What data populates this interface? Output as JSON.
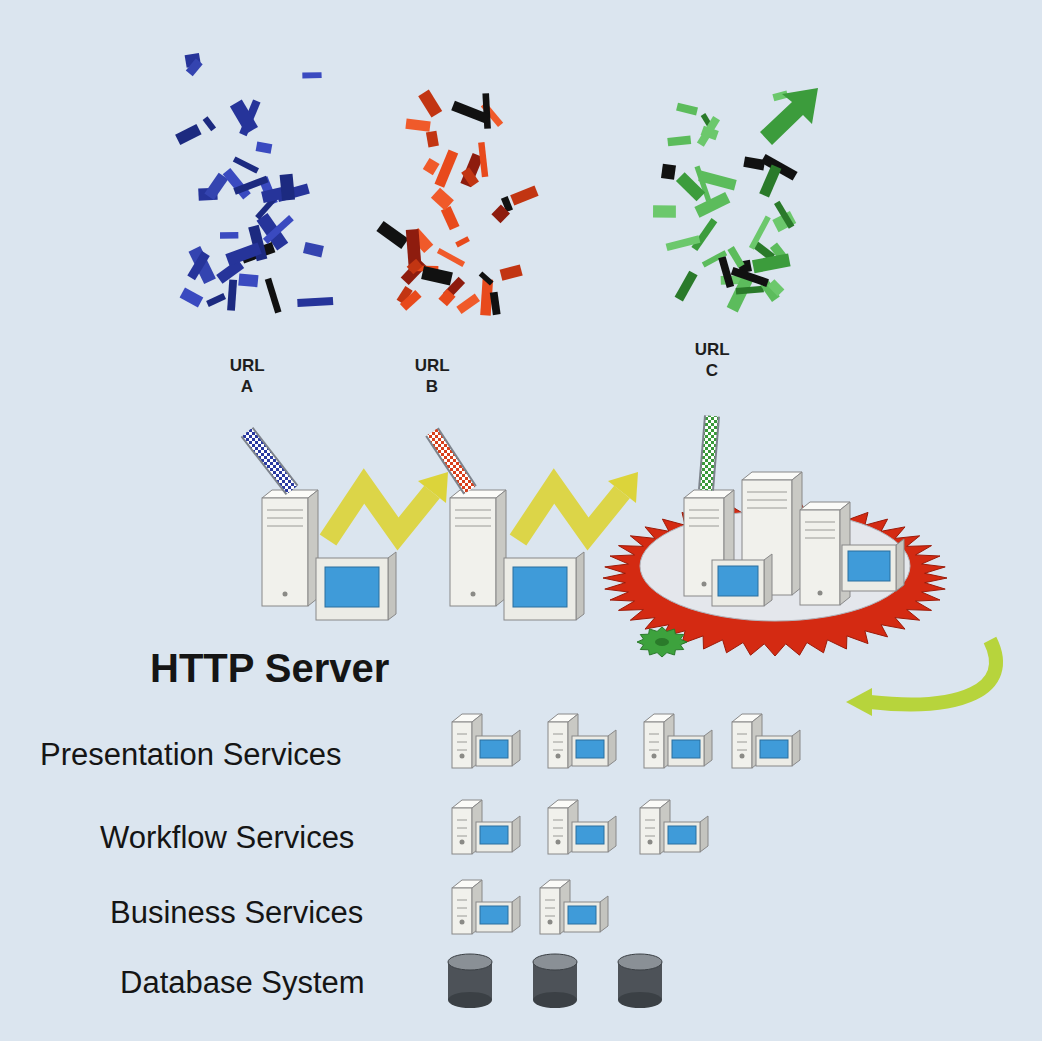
{
  "diagram": {
    "nodes": [
      {
        "text": [
          "URL A"
        ]
      },
      {
        "text": [
          "URL B"
        ]
      },
      {
        "text": [
          "URL C"
        ]
      },
      {
        "text": [
          "HTTP Server"
        ]
      },
      {
        "text": [
          "Presentation Services"
        ]
      },
      {
        "text": [
          "Workflow Services"
        ]
      },
      {
        "text": [
          "Business Services"
        ]
      },
      {
        "text": [
          "Database System"
        ]
      }
    ],
    "edges": [
      {
        "from": 0,
        "to": 3,
        "arrow": "none"
      },
      {
        "from": 1,
        "to": 3,
        "arrow": "none"
      },
      {
        "from": 2,
        "to": 3,
        "arrow": "none"
      }
    ]
  }
}
